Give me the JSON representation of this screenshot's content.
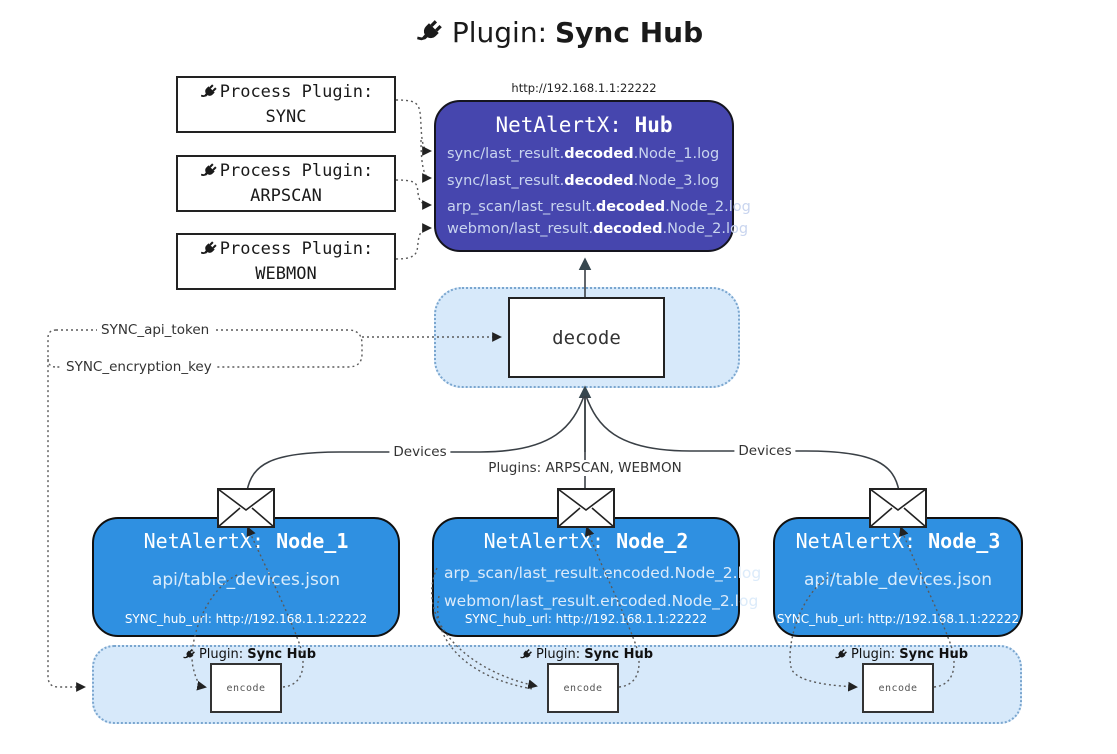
{
  "title": {
    "prefix": "Plugin:",
    "name": "Sync Hub"
  },
  "process_plugins": {
    "label": "Process Plugin:",
    "items": [
      "SYNC",
      "ARPSCAN",
      "WEBMON"
    ]
  },
  "hub": {
    "url": "http://192.168.1.1:22222",
    "title_prefix": "NetAlertX:",
    "title_name": "Hub",
    "logs": [
      {
        "pre": "sync/last_result.",
        "bold": "decoded",
        "post": ".Node_1.log"
      },
      {
        "pre": "sync/last_result.",
        "bold": "decoded",
        "post": ".Node_3.log"
      },
      {
        "pre": "arp_scan/last_result.",
        "bold": "decoded",
        "post": ".Node_2.log"
      },
      {
        "pre": "webmon/last_result.",
        "bold": "decoded",
        "post": ".Node_2.log"
      }
    ]
  },
  "decode_label": "decode",
  "config_keys": {
    "api_token": "SYNC_api_token",
    "encryption_key": "SYNC_encryption_key"
  },
  "edge_labels": {
    "devices_left": "Devices",
    "devices_right": "Devices",
    "plugins": "Plugins: ARPSCAN, WEBMON"
  },
  "nodes": [
    {
      "title_prefix": "NetAlertX:",
      "title_name": "Node_1",
      "lines": [
        "api/table_devices.json"
      ],
      "hub_url": "SYNC_hub_url: http://192.168.1.1:22222"
    },
    {
      "title_prefix": "NetAlertX:",
      "title_name": "Node_2",
      "lines": [
        "arp_scan/last_result.encoded.Node_2.log",
        "webmon/last_result.encoded.Node_2.log"
      ],
      "hub_url": "SYNC_hub_url: http://192.168.1.1:22222"
    },
    {
      "title_prefix": "NetAlertX:",
      "title_name": "Node_3",
      "lines": [
        "api/table_devices.json"
      ],
      "hub_url": "SYNC_hub_url: http://192.168.1.1:22222"
    }
  ],
  "band": {
    "plugin_prefix": "Plugin:",
    "plugin_name": "Sync Hub",
    "encode_label": "encode"
  },
  "colors": {
    "hub_fill": "#4646ae",
    "node_fill": "#2f90e1",
    "band_fill": "#d7e9fa",
    "band_border": "#7aa6cf",
    "arrow_dark": "#37474f",
    "log_text": "#c9d5ef",
    "log_bold": "#ffffff"
  }
}
